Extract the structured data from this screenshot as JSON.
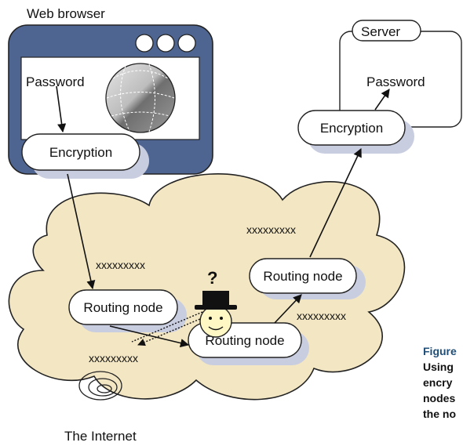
{
  "labels": {
    "web_browser": "Web browser",
    "browser_password": "Password",
    "browser_encryption": "Encryption",
    "server": "Server",
    "server_password": "Password",
    "server_encryption": "Encryption",
    "routing_node_left": "Routing node",
    "routing_node_bottom": "Routing node",
    "routing_node_right": "Routing node",
    "cipher_1": "xxxxxxxxx",
    "cipher_2": "xxxxxxxxx",
    "cipher_3": "xxxxxxxxx",
    "cipher_4": "xxxxxxxxx",
    "eavesdropper_question": "?",
    "internet": "The Internet"
  },
  "caption_lines": [
    "Figure",
    "Using",
    "encry",
    "nodes",
    "the no"
  ],
  "colors": {
    "browser_frame": "#4e6592",
    "cloud_fill": "#f3e6c3",
    "shadow": "#c9cde0",
    "node_fill": "#ffffff",
    "caption_title": "#1f4e79"
  }
}
